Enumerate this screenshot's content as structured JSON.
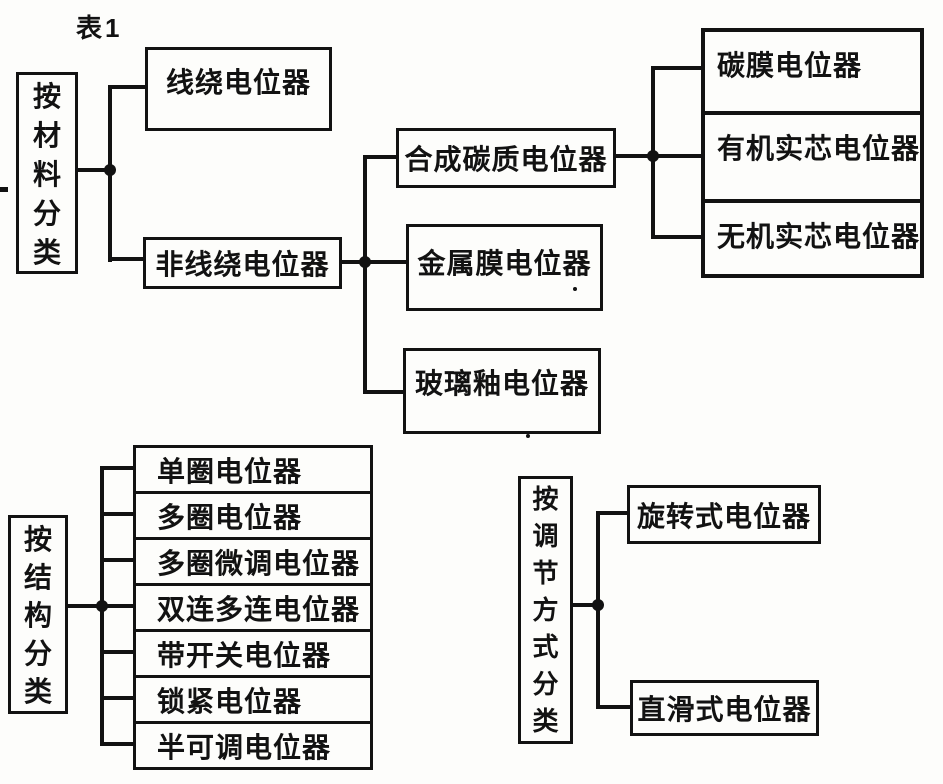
{
  "title": "表1",
  "material": {
    "root": "按材料分类",
    "wire": "线绕电位器",
    "nonwire": "非线绕电位器",
    "synthetic": "合成碳质电位器",
    "metal_film": "金属膜电位器",
    "glass_glaze": "玻璃釉电位器",
    "carbon_film": "碳膜电位器",
    "organic_solid": "有机实芯电位器",
    "inorganic_solid": "无机实芯电位器"
  },
  "structure": {
    "root": "按结构分类",
    "items": [
      "单圈电位器",
      "多圈电位器",
      "多圈微调电位器",
      "双连多连电位器",
      "带开关电位器",
      "锁紧电位器",
      "半可调电位器"
    ]
  },
  "adjustment": {
    "root": "按调节方式分类",
    "rotary": "旋转式电位器",
    "slide": "直滑式电位器"
  },
  "colors": {
    "ink": "#121212",
    "paper": "#fdfdfb"
  }
}
